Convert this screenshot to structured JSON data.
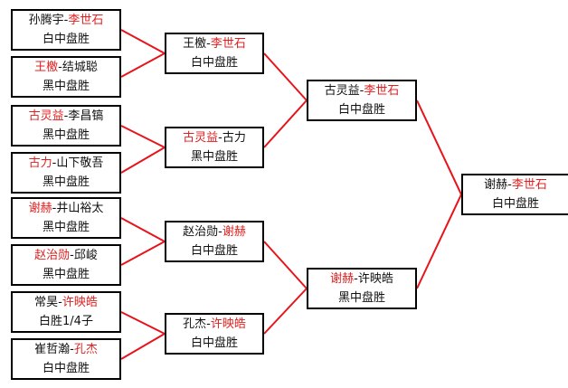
{
  "colors": {
    "winner": "#e02020",
    "text": "#111111",
    "line": "#e8131a",
    "border": "#000000"
  },
  "round1": [
    {
      "p1": "孙腾宇",
      "p2": "李世石",
      "winner": 2,
      "result": "白中盘胜"
    },
    {
      "p1": "王檄",
      "p2": "结城聪",
      "winner": 1,
      "result": "黑中盘胜"
    },
    {
      "p1": "古灵益",
      "p2": "李昌镐",
      "winner": 1,
      "result": "黑中盘胜"
    },
    {
      "p1": "古力",
      "p2": "山下敬吾",
      "winner": 1,
      "result": "黑中盘胜"
    },
    {
      "p1": "谢赫",
      "p2": "井山裕太",
      "winner": 1,
      "result": "黑中盘胜"
    },
    {
      "p1": "赵治勋",
      "p2": "邱峻",
      "winner": 1,
      "result": "黑中盘胜"
    },
    {
      "p1": "常昊",
      "p2": "许映皓",
      "winner": 2,
      "result": "白胜1/4子"
    },
    {
      "p1": "崔哲瀚",
      "p2": "孔杰",
      "winner": 2,
      "result": "白中盘胜"
    }
  ],
  "round2": [
    {
      "p1": "王檄",
      "p2": "李世石",
      "winner": 2,
      "result": "白中盘胜"
    },
    {
      "p1": "古灵益",
      "p2": "古力",
      "winner": 1,
      "result": "黑中盘胜"
    },
    {
      "p1": "赵治勋",
      "p2": "谢赫",
      "winner": 2,
      "result": "白中盘胜"
    },
    {
      "p1": "孔杰",
      "p2": "许映皓",
      "winner": 2,
      "result": "白中盘胜"
    }
  ],
  "round3": [
    {
      "p1": "古灵益",
      "p2": "李世石",
      "winner": 2,
      "result": "白中盘胜"
    },
    {
      "p1": "谢赫",
      "p2": "许映皓",
      "winner": 1,
      "result": "黑中盘胜"
    }
  ],
  "final": [
    {
      "p1": "谢赫",
      "p2": "李世石",
      "winner": 2,
      "result": "白中盘胜"
    }
  ],
  "separator": "-"
}
